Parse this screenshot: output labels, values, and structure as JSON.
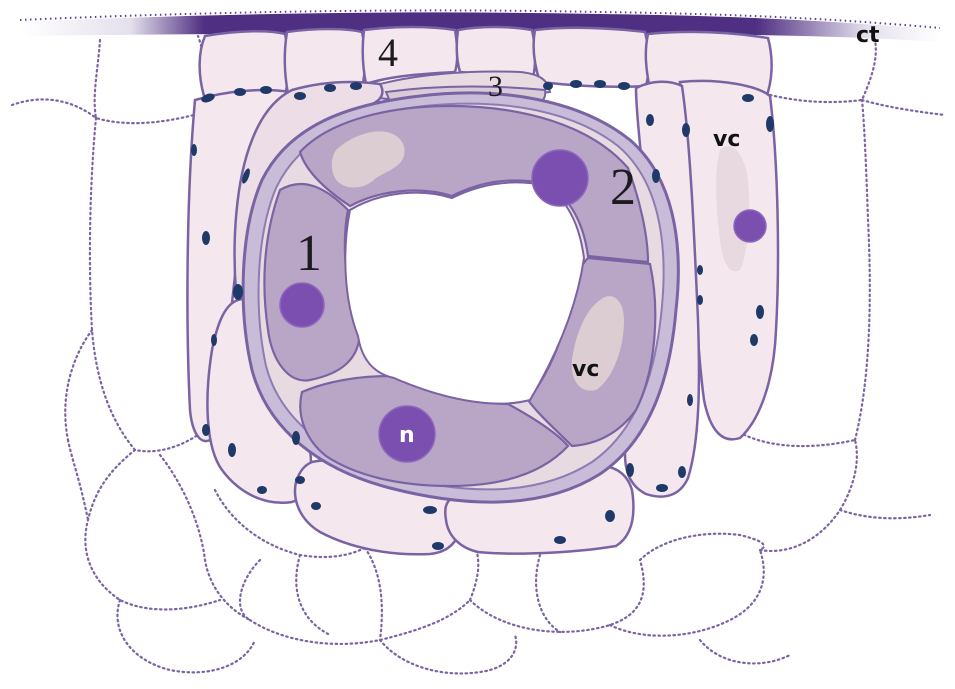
{
  "labels": {
    "cell_1": "1",
    "cell_2": "2",
    "cell_3": "3",
    "cell_4": "4",
    "cuticle": "ct",
    "vacuole_top_right": "vc",
    "vacuole_inner": "vc",
    "nucleus": "n"
  },
  "colors": {
    "cuticle": "#4f2f82",
    "outline": "#7a63a3",
    "pale_cell": "#f4e8ee",
    "pale_cell_inner": "#faf2f5",
    "stomatal_cell": "#b9a6c6",
    "inner_wall": "#c4b7d3",
    "nucleus": "#7b4fb0",
    "small_nucleus": "#1f3a68",
    "dotted_cell": "#7b63a3",
    "vacuole": "#dccdd2"
  }
}
